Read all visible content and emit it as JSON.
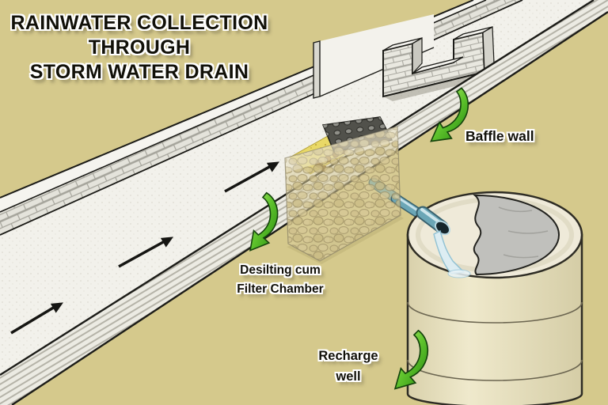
{
  "title": {
    "lines": [
      "RAINWATER COLLECTION",
      "THROUGH",
      "STORM WATER DRAIN"
    ]
  },
  "labels": {
    "baffle_wall": "Baffle wall",
    "desilting_chamber": [
      "Desilting cum",
      "Filter Chamber"
    ],
    "recharge_well": [
      "Recharge",
      "well"
    ]
  },
  "icons": {
    "green_arrow": "curved-pointer-arrow",
    "flow_arrow": "flow-direction-arrow"
  },
  "colors": {
    "background": "#d5c98c",
    "pointer_arrow_green": "#2f9c15",
    "flow_arrow_black": "#151512",
    "drain_surface": "#f2f1eb",
    "brick_mortar": "#a5a49b",
    "grate_dark": "#51514b",
    "sand_yellow": "#e9d967",
    "pipe_teal": "#6ba6b6",
    "well_body_cream": "#e7e0bf",
    "well_water_gray": "#c0c0bc"
  }
}
